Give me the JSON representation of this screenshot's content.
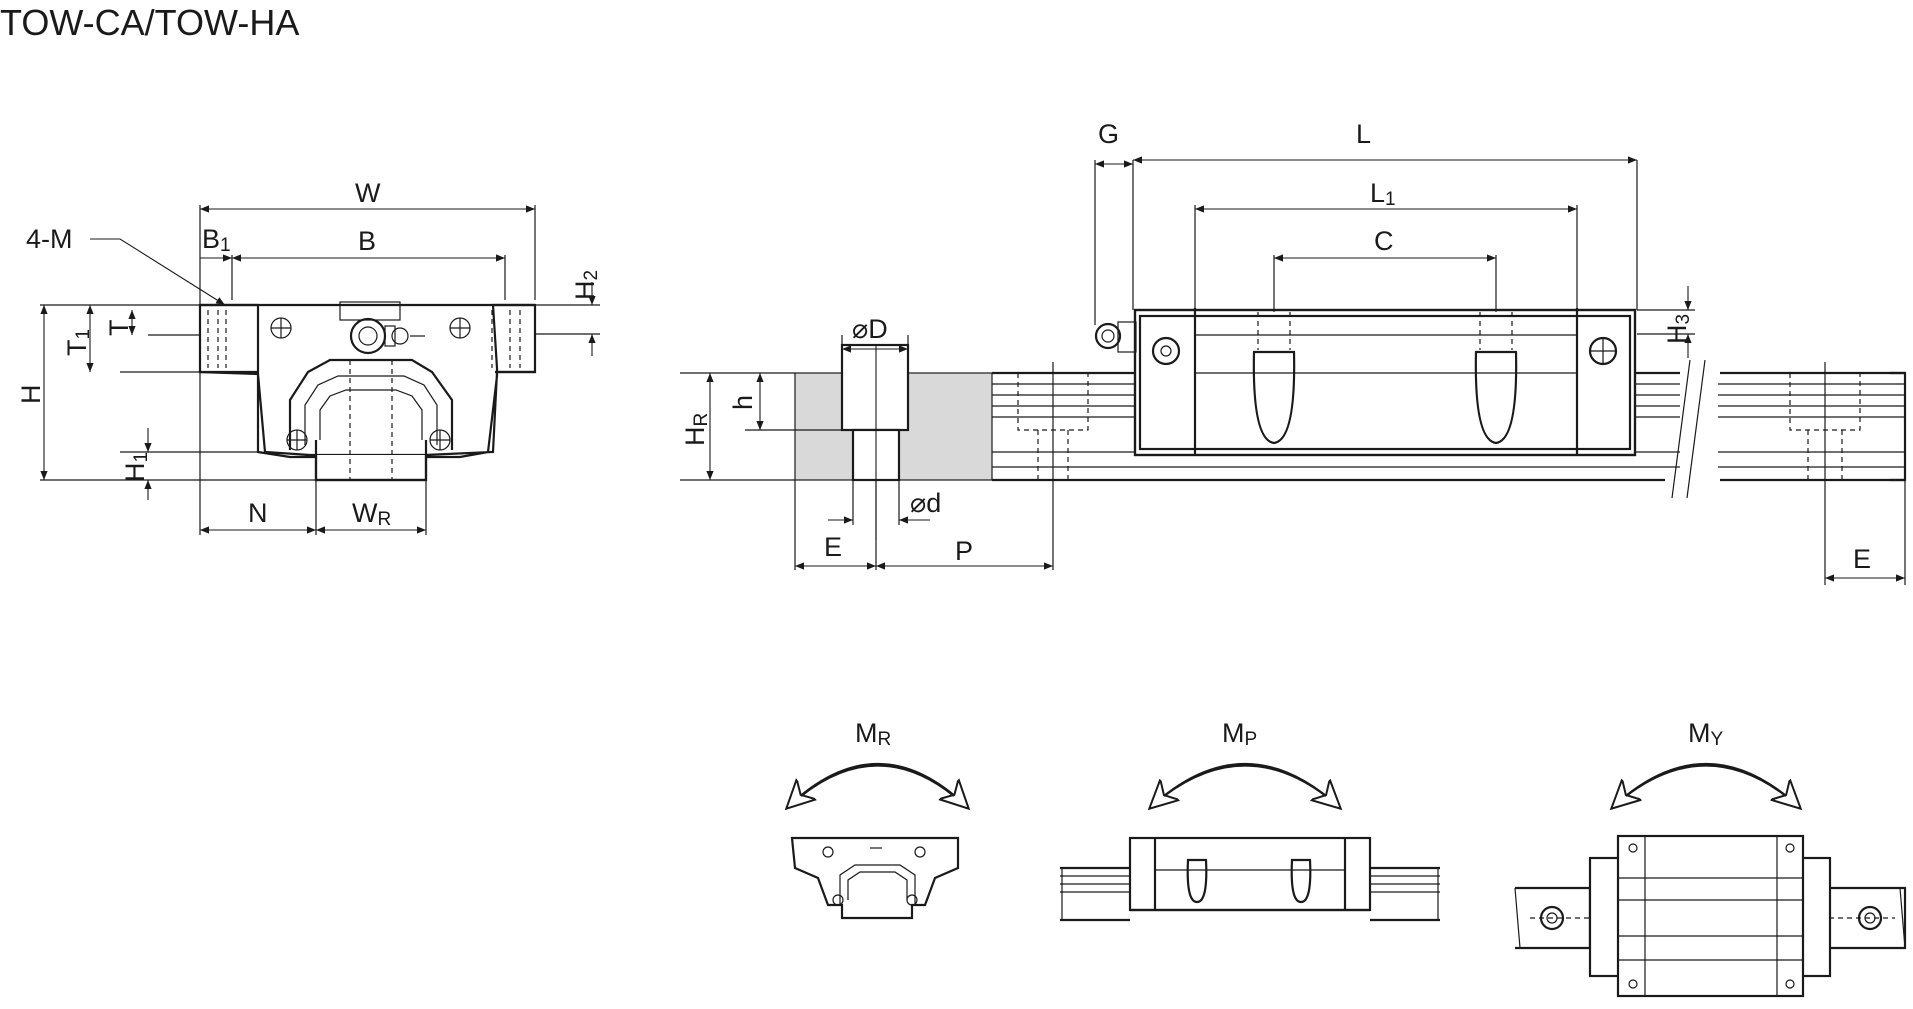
{
  "title": "TOW-CA/TOW-HA",
  "front_view": {
    "W": "W",
    "B1": "B",
    "B1_sub": "1",
    "B": "B",
    "M4": "4-M",
    "H2": "H",
    "H2_sub": "2",
    "T1": "T",
    "T1_sub": "1",
    "T": "T",
    "H": "H",
    "H1": "H",
    "H1_sub": "1",
    "N": "N",
    "WR": "W",
    "WR_sub": "R"
  },
  "side_view": {
    "G": "G",
    "L": "L",
    "L1": "L",
    "L1_sub": "1",
    "C": "C",
    "H3": "H",
    "H3_sub": "3",
    "D": "⌀D",
    "h": "h",
    "HR": "H",
    "HR_sub": "R",
    "d": "⌀d",
    "E_left": "E",
    "P": "P",
    "E_right": "E"
  },
  "moments": {
    "MR": "M",
    "MR_sub": "R",
    "MP": "M",
    "MP_sub": "P",
    "MY": "M",
    "MY_sub": "Y"
  }
}
